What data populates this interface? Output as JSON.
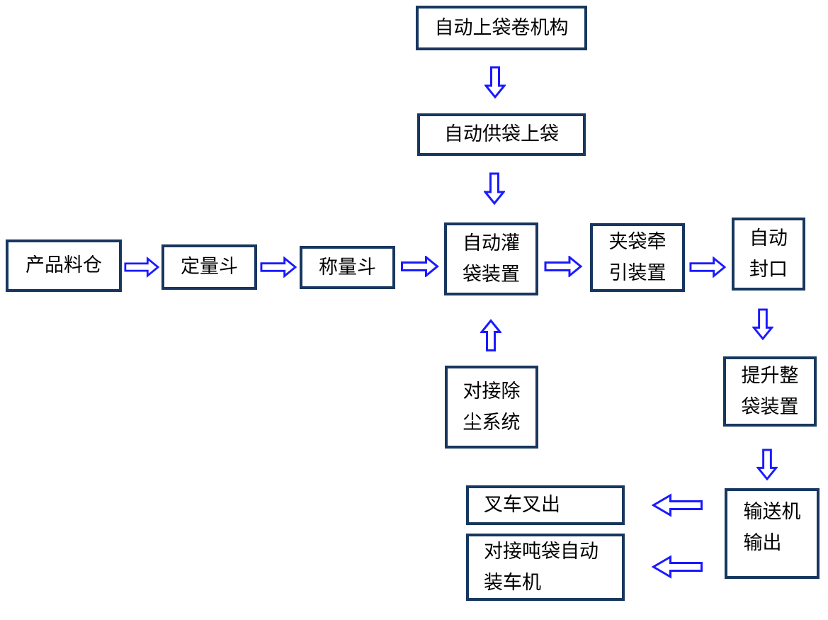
{
  "diagram": {
    "type": "flowchart",
    "colors": {
      "background": "#ffffff",
      "box_border": "#17375e",
      "arrow_blue": "#1a1aff",
      "text": "#000000"
    },
    "nodes": [
      {
        "id": "auto-bag-roll-mechanism",
        "label": "自动上袋卷机构",
        "lines": [
          "自动上袋卷机构"
        ]
      },
      {
        "id": "auto-bag-supply-loading",
        "label": "自动供袋上袋",
        "lines": [
          "自动供袋上袋"
        ]
      },
      {
        "id": "product-silo",
        "label": "产品料仓",
        "lines": [
          "产品料仓"
        ]
      },
      {
        "id": "quantitative-hopper",
        "label": "定量斗",
        "lines": [
          "定量斗"
        ]
      },
      {
        "id": "weighing-hopper",
        "label": "称量斗",
        "lines": [
          "称量斗"
        ]
      },
      {
        "id": "auto-bag-filling-device",
        "label": "自动灌袋装置",
        "lines": [
          "自动灌",
          "袋装置"
        ]
      },
      {
        "id": "bag-clamping-traction-device",
        "label": "夹袋牵引装置",
        "lines": [
          "夹袋牵",
          "引装置"
        ]
      },
      {
        "id": "auto-sealing",
        "label": "自动封口",
        "lines": [
          "自动",
          "封口"
        ]
      },
      {
        "id": "dust-removal-docking-system",
        "label": "对接除尘系统",
        "lines": [
          "对接除",
          "尘系统"
        ]
      },
      {
        "id": "bag-lifting-arranging-device",
        "label": "提升整袋装置",
        "lines": [
          "提升整",
          "袋装置"
        ]
      },
      {
        "id": "conveyor-output",
        "label": "输送机输出",
        "lines": [
          "输送机",
          "输出"
        ]
      },
      {
        "id": "forklift-out",
        "label": "叉车叉出",
        "lines": [
          "叉车叉出"
        ]
      },
      {
        "id": "ton-bag-auto-truck-loader",
        "label": "对接吨袋自动装车机",
        "lines": [
          "对接吨袋自动",
          "装车机"
        ]
      }
    ],
    "edges": [
      {
        "from": "auto-bag-roll-mechanism",
        "to": "auto-bag-supply-loading",
        "direction": "down"
      },
      {
        "from": "auto-bag-supply-loading",
        "to": "auto-bag-filling-device",
        "direction": "down"
      },
      {
        "from": "product-silo",
        "to": "quantitative-hopper",
        "direction": "right"
      },
      {
        "from": "quantitative-hopper",
        "to": "weighing-hopper",
        "direction": "right"
      },
      {
        "from": "weighing-hopper",
        "to": "auto-bag-filling-device",
        "direction": "right"
      },
      {
        "from": "auto-bag-filling-device",
        "to": "bag-clamping-traction-device",
        "direction": "right"
      },
      {
        "from": "bag-clamping-traction-device",
        "to": "auto-sealing",
        "direction": "right"
      },
      {
        "from": "dust-removal-docking-system",
        "to": "auto-bag-filling-device",
        "direction": "up"
      },
      {
        "from": "auto-sealing",
        "to": "bag-lifting-arranging-device",
        "direction": "down"
      },
      {
        "from": "bag-lifting-arranging-device",
        "to": "conveyor-output",
        "direction": "down"
      },
      {
        "from": "conveyor-output",
        "to": "forklift-out",
        "direction": "left"
      },
      {
        "from": "conveyor-output",
        "to": "ton-bag-auto-truck-loader",
        "direction": "left"
      }
    ]
  }
}
